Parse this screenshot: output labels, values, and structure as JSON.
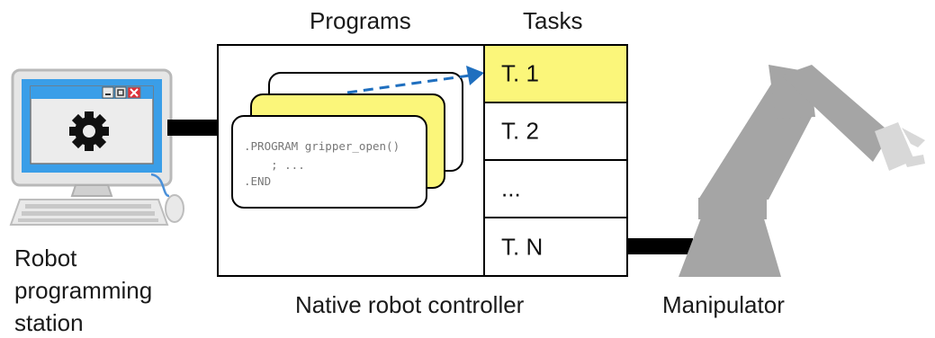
{
  "labels": {
    "programs": "Programs",
    "tasks": "Tasks",
    "station": [
      "Robot",
      "programming",
      "station"
    ],
    "controller": "Native robot controller",
    "manipulator": "Manipulator"
  },
  "tasks": [
    "T. 1",
    "T. 2",
    "...",
    "T. N"
  ],
  "code_lines": [
    ".PROGRAM gripper_open()",
    "    ; ...",
    ".END"
  ],
  "colors": {
    "highlight": "#fbf67a",
    "arrow": "#1f6fbf",
    "screen_blue": "#3a9ee8",
    "robot_gray": "#a5a5a5",
    "robot_light": "#d8d8d8",
    "close_red": "#e0303a"
  },
  "icons": [
    "computer-icon",
    "gear-icon",
    "robot-arm-icon"
  ]
}
